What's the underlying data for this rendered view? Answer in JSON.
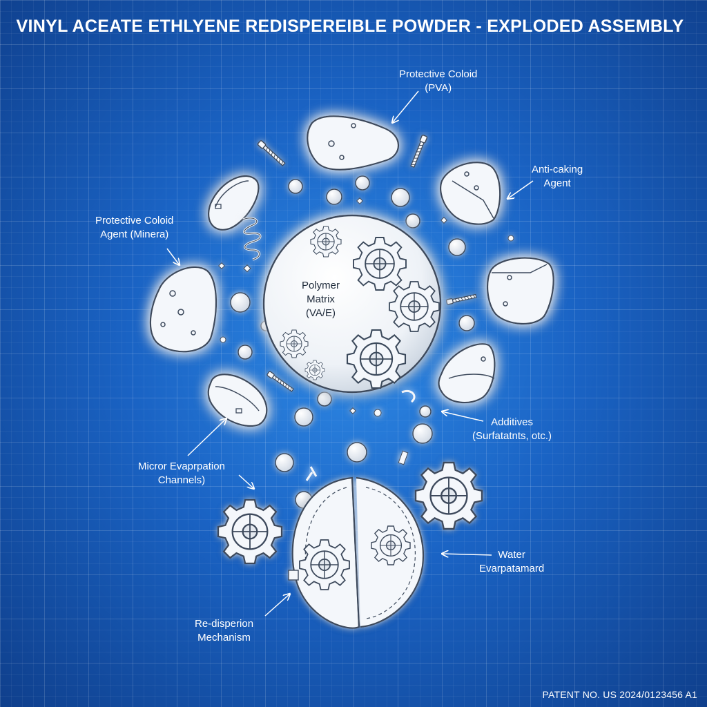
{
  "title": "VINYL ACEATE ETHLYENE REDISPEREIBLE POWDER - EXPLODED ASSEMBLY",
  "labels": {
    "protective_colloid_pva": {
      "line1": "Protective Coloid",
      "line2": "(PVA)"
    },
    "anti_caking": {
      "line1": "Anti-caking",
      "line2": "Agent"
    },
    "protective_colloid_mineral": {
      "line1": "Protective Coloid",
      "line2": "Agent (Minera)"
    },
    "polymer_matrix": {
      "line1": "Polymer",
      "line2": "Matrix",
      "line3": "(VA/E)"
    },
    "additives": {
      "line1": "Additives",
      "line2": "(Surfatatnts, otc.)"
    },
    "evaporation_channels": {
      "line1": "Micror Evaprpation",
      "line2": "Channels)"
    },
    "water_evaporation": {
      "line1": "Water",
      "line2": "Evarpatamard"
    },
    "redispersion": {
      "line1": "Re-disperion",
      "line2": "Mechanism"
    }
  },
  "footer": "PATENT NO. US 2024/0123456 A1",
  "colors": {
    "background": "#1a63c4",
    "part_fill": "#f4f7fb",
    "part_stroke": "#3c4a5c",
    "glow": "#ffffff"
  }
}
